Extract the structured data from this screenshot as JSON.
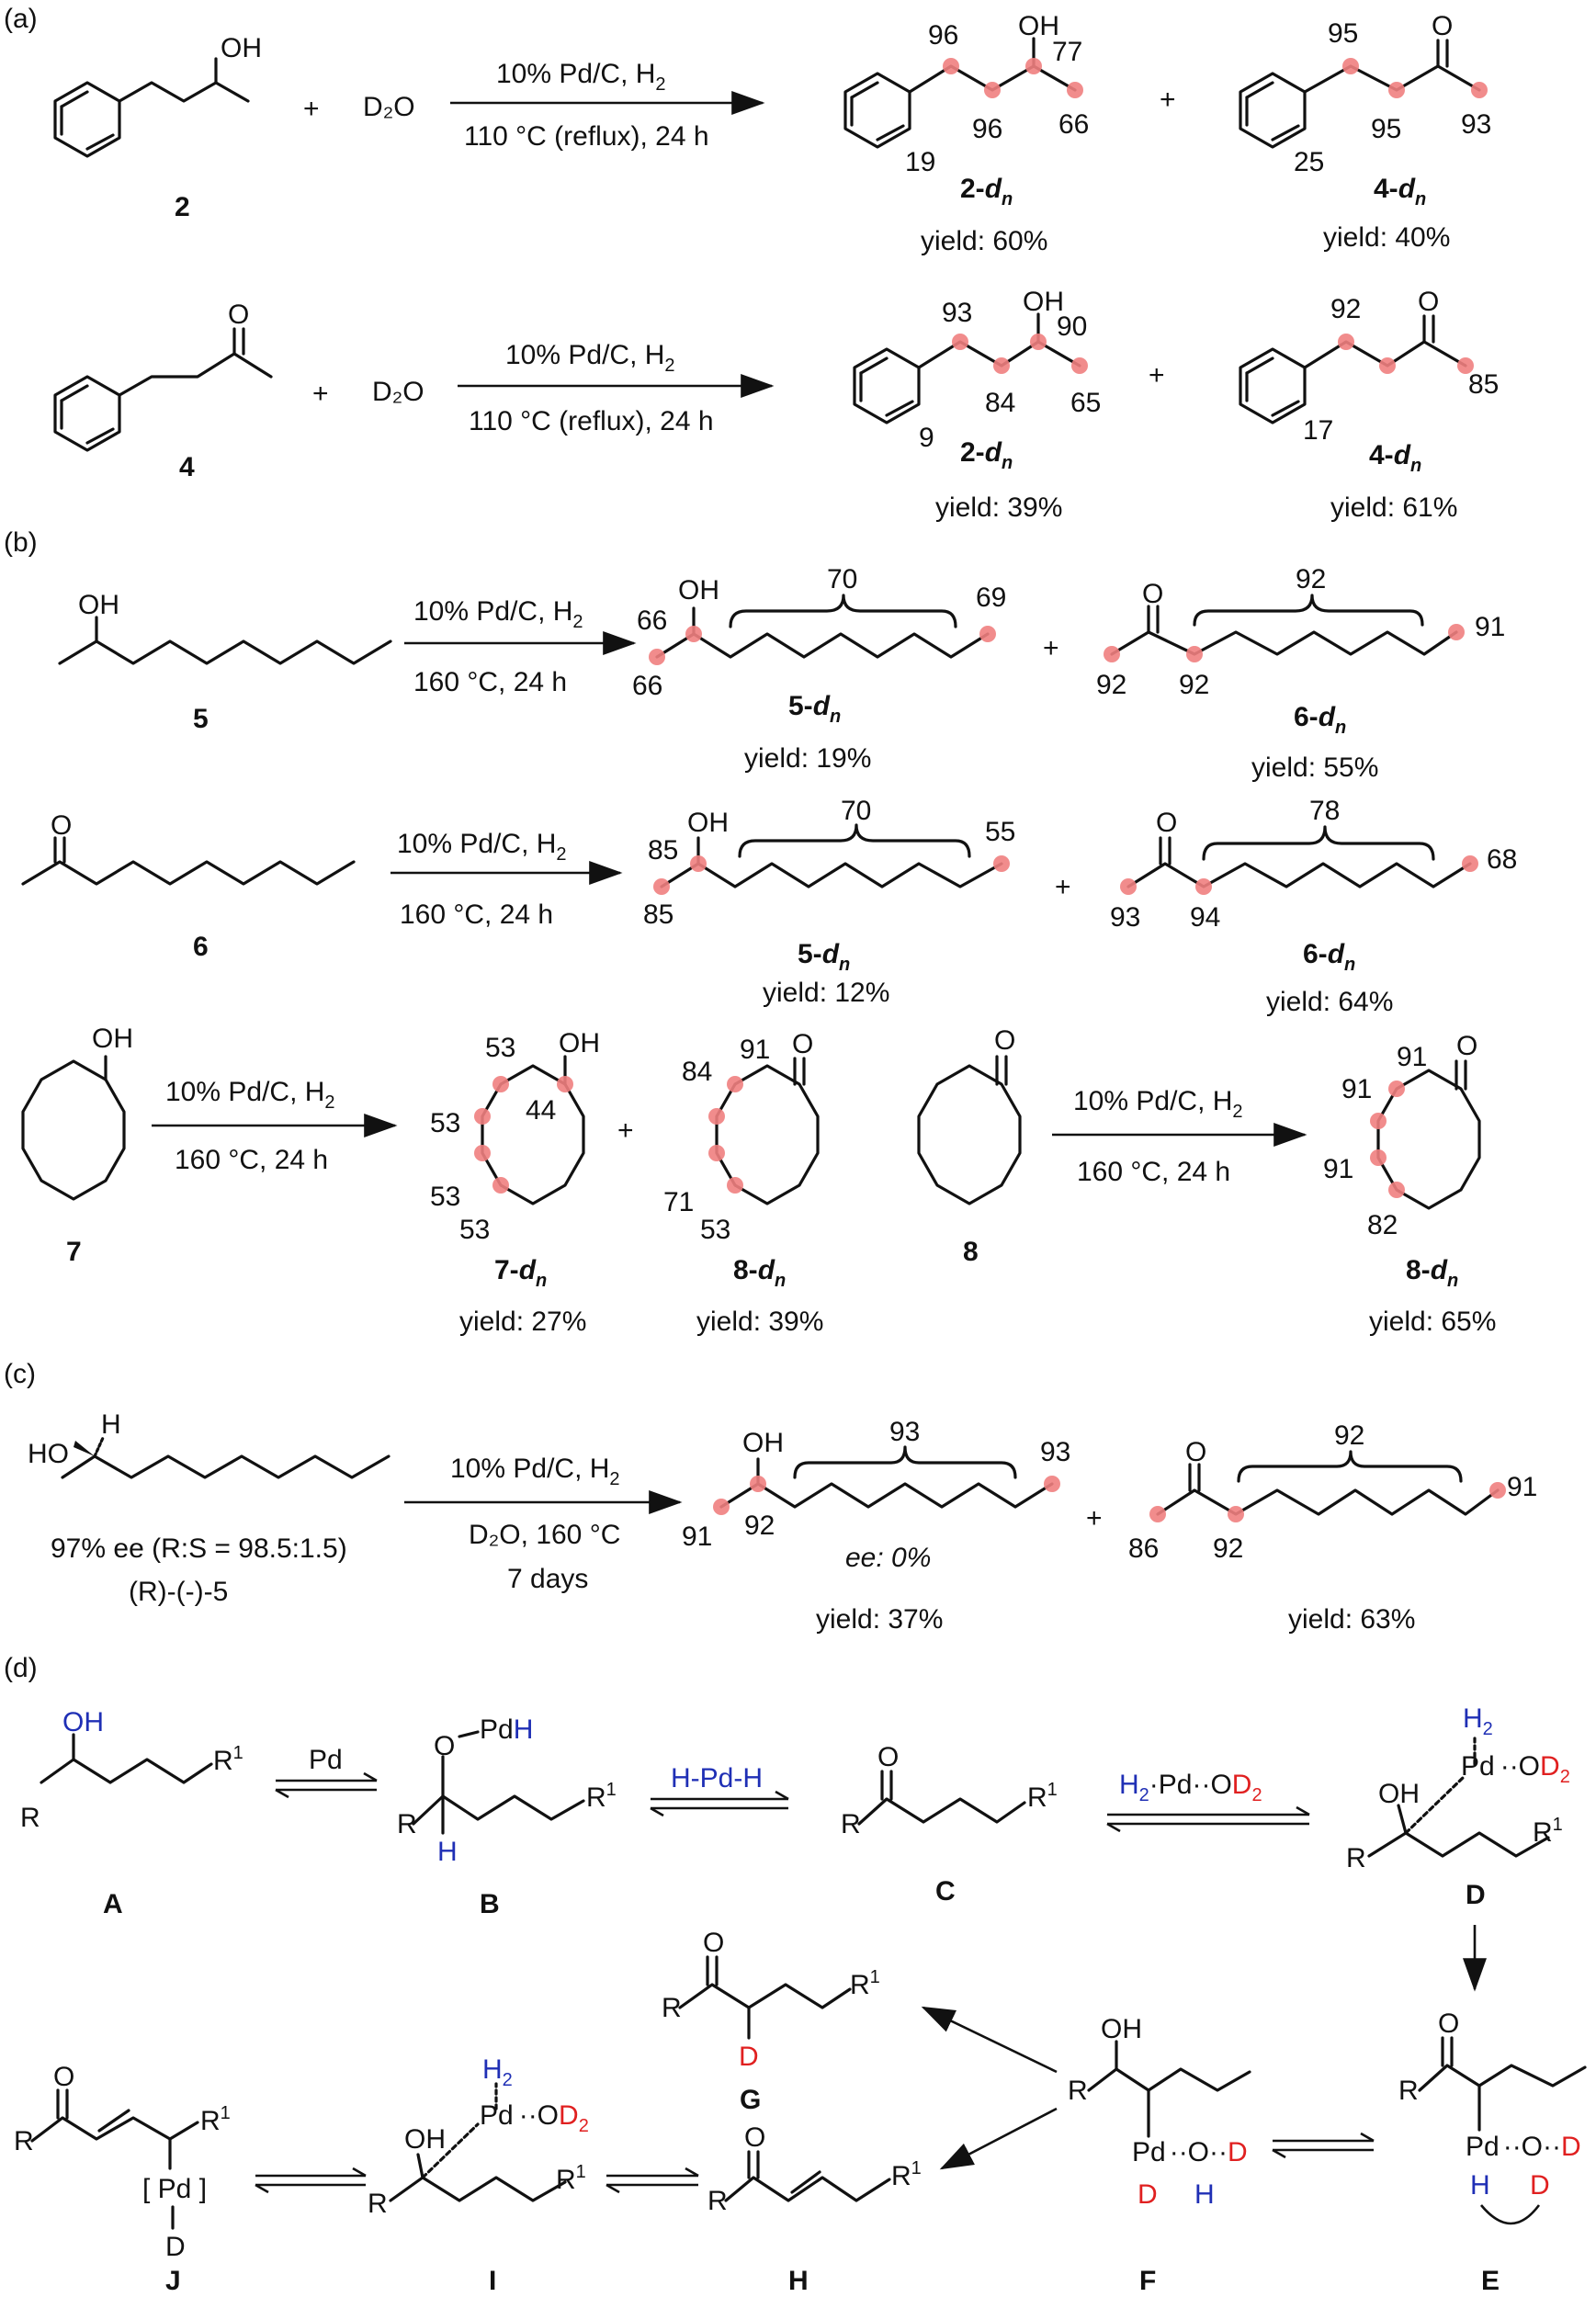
{
  "panels": {
    "a": "(a)",
    "b": "(b)",
    "c": "(c)",
    "d": "(d)"
  },
  "common": {
    "cond_pd": "10% Pd/C, H",
    "sub2": "2",
    "reflux": "110 °C (reflux), 24 h",
    "c160": "160 °C, 24 h",
    "plus": "+",
    "d2o": "D₂O",
    "oh": "OH",
    "o": "O",
    "h": "H"
  },
  "a": {
    "r1": {
      "label_start": "2",
      "label_p1": "2-dn",
      "label_p2": "4-dn",
      "yield1": "yield: 60%",
      "yield2": "yield: 40%",
      "p1_nums": [
        "96",
        "96",
        "77",
        "66",
        "19"
      ],
      "p2_nums": [
        "95",
        "95",
        "93",
        "25"
      ]
    },
    "r2": {
      "label_start": "4",
      "label_p1": "2-dn",
      "label_p2": "4-dn",
      "yield1": "yield: 39%",
      "yield2": "yield: 61%",
      "p1_nums": [
        "93",
        "84",
        "90",
        "65",
        "9"
      ],
      "p2_nums": [
        "92",
        "85",
        "17"
      ]
    }
  },
  "b": {
    "r1": {
      "label_start": "5",
      "label_p1": "5-dn",
      "label_p2": "6-dn",
      "yield1": "yield: 19%",
      "yield2": "yield: 55%",
      "p1_nums": [
        "66",
        "66",
        "70",
        "69"
      ],
      "p2_nums": [
        "92",
        "92",
        "92",
        "91"
      ]
    },
    "r2": {
      "label_start": "6",
      "label_p1": "5-dn",
      "label_p2": "6-dn",
      "yield1": "yield: 12%",
      "yield2": "yield: 64%",
      "p1_nums": [
        "85",
        "85",
        "70",
        "55"
      ],
      "p2_nums": [
        "93",
        "94",
        "78",
        "68"
      ]
    },
    "r3": {
      "label_start": "7",
      "label_p1": "7-dn",
      "label_p2": "8-dn",
      "yield1": "yield: 27%",
      "yield2": "yield: 39%",
      "p1_nums": [
        "53",
        "53",
        "53",
        "53",
        "44"
      ],
      "p2_nums": [
        "91",
        "84",
        "71",
        "53"
      ]
    },
    "r4": {
      "label_start": "8",
      "label_p1": "8-dn",
      "yield1": "yield: 65%",
      "p1_nums": [
        "91",
        "91",
        "91",
        "82"
      ]
    }
  },
  "c": {
    "start_ee": "97% ee  (R:S = 98.5:1.5)",
    "start_label": "(R)-(-)-5",
    "cond1": "10% Pd/C, H",
    "cond2": "D₂O, 160 °C",
    "cond3": "7 days",
    "p1_nums": [
      "91",
      "92",
      "93",
      "93"
    ],
    "p1_ee": "ee: 0%",
    "yield1": "yield: 37%",
    "p2_nums": [
      "86",
      "92",
      "92",
      "91"
    ],
    "yield2": "yield: 63%"
  },
  "d": {
    "labels": [
      "A",
      "B",
      "C",
      "D",
      "E",
      "F",
      "G",
      "H",
      "I",
      "J"
    ],
    "pd": "Pd",
    "r": "R",
    "r1": "R",
    "sup1": "1",
    "hpdh": "H-Pd-H",
    "pdh": "PdH"
  }
}
